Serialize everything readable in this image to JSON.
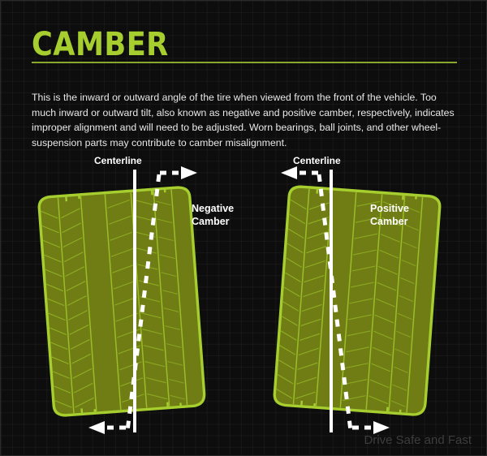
{
  "header": {
    "title": "CAMBER"
  },
  "body": {
    "paragraph": "This is the inward or outward angle of the tire when viewed from the front of the vehicle. Too much inward or outward tilt, also known as negative and positive camber, respectively, indicates improper alignment and will need to be adjusted. Worn bearings, ball joints, and other wheel-suspension parts may contribute to camber misalignment."
  },
  "diagrams": [
    {
      "id": "negative",
      "centerline_label": "Centerline",
      "camber_label_line1": "Negative",
      "camber_label_line2": "Camber",
      "tilt_direction": "top-outward-right",
      "top_arrow_direction": "right",
      "bottom_arrow_direction": "left"
    },
    {
      "id": "positive",
      "centerline_label": "Centerline",
      "camber_label_line1": "Positive",
      "camber_label_line2": "Camber",
      "tilt_direction": "top-outward-left",
      "top_arrow_direction": "left",
      "bottom_arrow_direction": "right"
    }
  ],
  "watermark": {
    "text": "Drive Safe and Fast"
  },
  "colors": {
    "accent_green": "#a5ce2e",
    "tire_fill": "#6f7d14",
    "tire_outline": "#a5ce2e",
    "background": "#0d0d0d",
    "text": "#e8e8e8",
    "suspension": "#9a9a9a",
    "watermark": "#3d3d3d"
  }
}
